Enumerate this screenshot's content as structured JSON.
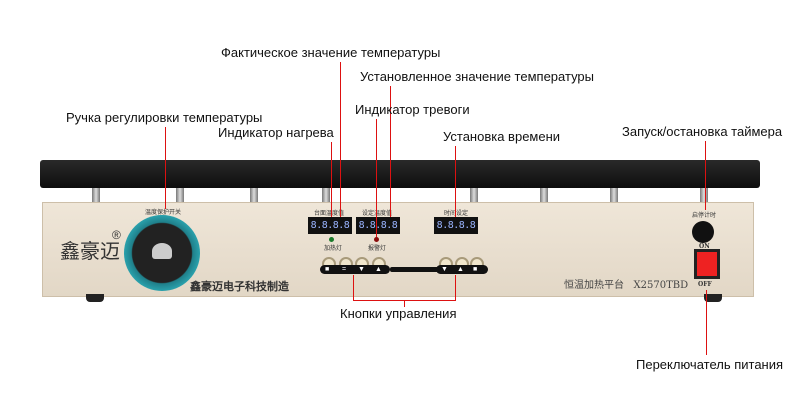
{
  "annotations": {
    "actual_temp": "Фактическое значение температуры",
    "set_temp": "Установленное значение температуры",
    "alarm": "Индикатор тревоги",
    "knob": "Ручка регулировки температуры",
    "heat": "Индикатор нагрева",
    "time": "Установка времени",
    "timer": "Запуск/остановка таймера",
    "buttons": "Кнопки управления",
    "power": "Переключатель питания"
  },
  "device": {
    "brand": "鑫豪迈",
    "registered": "®",
    "knob_label": "温度保护开关",
    "maker": "鑫豪迈电子科技制造",
    "actual_label": "台面温度值",
    "set_label": "设定温度值",
    "time_label": "时间设定",
    "actual_value": "8.8.8.8",
    "set_value": "8.8.8.8",
    "time_value": "8.8.8.8",
    "heat_led_label": "加热灯",
    "alarm_led_label": "报警灯",
    "model_name": "恒温加热平台",
    "model": "X2570TBD",
    "timer_label": "启停计时",
    "on": "ON",
    "off": "OFF",
    "left_buttons": [
      "■",
      "=",
      "▼",
      "▲"
    ],
    "right_buttons": [
      "▼",
      "▲",
      "■"
    ],
    "heat_led_color": "#1a7a2a",
    "alarm_led_color": "#8a0a0a",
    "line_color": "#dd1111"
  }
}
